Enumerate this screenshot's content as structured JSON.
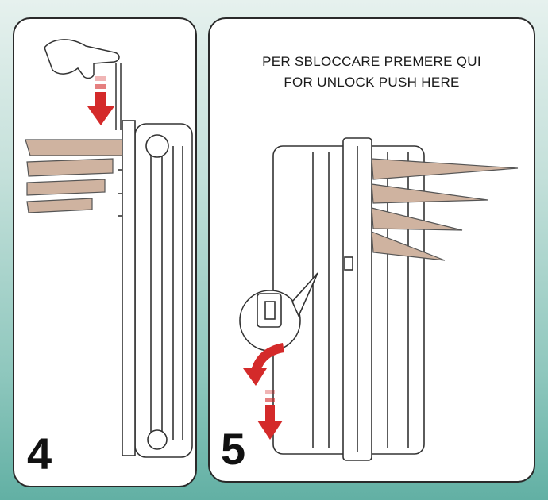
{
  "steps": [
    {
      "number": "4"
    },
    {
      "number": "5",
      "instruction_it": "PER SBLOCCARE PREMERE QUI",
      "instruction_en": "FOR UNLOCK PUSH HERE"
    }
  ],
  "colors": {
    "arrow_red": "#d42a2a",
    "arm_tan": "#cfb3a0",
    "outline": "#333333",
    "background_teal": "#8ec7bd"
  },
  "icons": [
    "hand-icon",
    "down-arrow-icon",
    "curved-arrow-icon",
    "magnifier-icon"
  ]
}
